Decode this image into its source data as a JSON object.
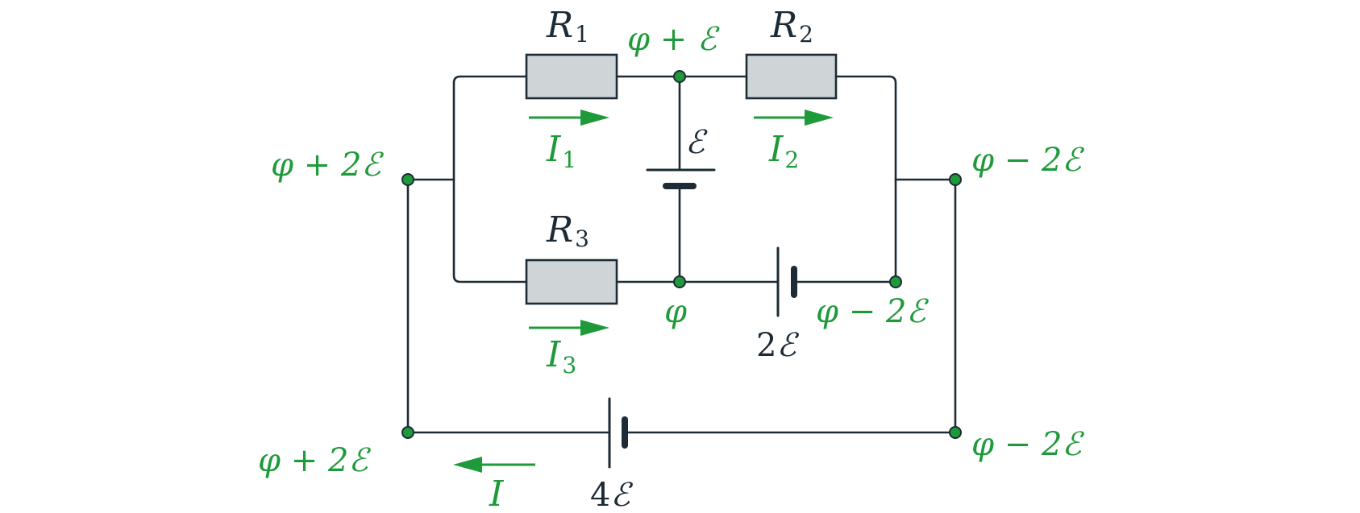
{
  "colors": {
    "wire": "#1c2b36",
    "accent": "#1f9a3a",
    "resistor_fill": "#cfd4d7"
  },
  "resistors": {
    "r1": {
      "letter": "R",
      "sub": "1"
    },
    "r2": {
      "letter": "R",
      "sub": "2"
    },
    "r3": {
      "letter": "R",
      "sub": "3"
    }
  },
  "currents": {
    "i1": {
      "letter": "I",
      "sub": "1"
    },
    "i2": {
      "letter": "I",
      "sub": "2"
    },
    "i3": {
      "letter": "I",
      "sub": "3"
    },
    "i": {
      "letter": "I"
    }
  },
  "sources": {
    "e1": {
      "label": "ℰ"
    },
    "e2": {
      "coef": "2",
      "symbol": "ℰ"
    },
    "e4": {
      "coef": "4",
      "symbol": "ℰ"
    }
  },
  "potentials": {
    "top_middle": "φ + ℰ",
    "left_mid": "φ + 2ℰ",
    "right_mid": "φ − 2ℰ",
    "bottom_middle": "φ",
    "bottom_right_node": "φ − 2ℰ",
    "left_bottom": "φ + 2ℰ",
    "right_bottom": "φ − 2ℰ"
  }
}
